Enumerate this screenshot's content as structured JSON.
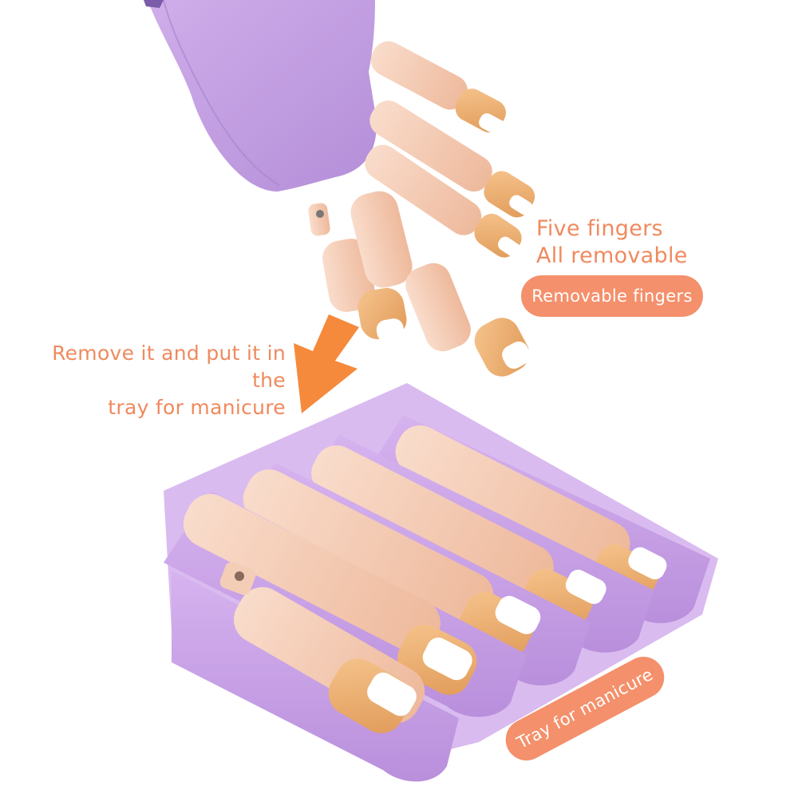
{
  "callouts": {
    "heading_line1": "Five fingers",
    "heading_line2": "All removable",
    "pill_fingers": "Removable fingers",
    "instruction_line1": "Remove it and put it in the",
    "instruction_line2": "tray for manicure",
    "pill_tray": "Tray for manicure"
  },
  "colors": {
    "accent_text": "#ef8a5e",
    "pill_bg": "#f4906b",
    "arrow": "#f58a3c",
    "hand_purple": "#c9a6e8",
    "tray_purple": "#c8a0e6",
    "skin": "#f6cdb2",
    "nail_base": "#f0b57a",
    "nail_tip": "#ffffff"
  }
}
